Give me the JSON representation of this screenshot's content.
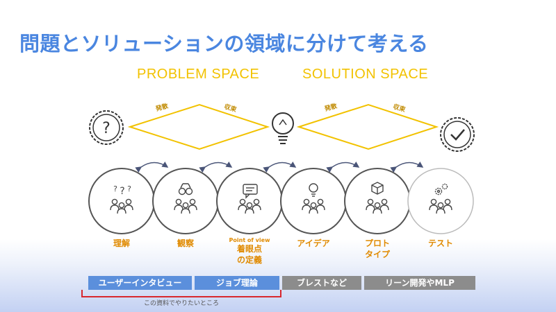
{
  "title": "問題とソリューションの領域に分けて考える",
  "spaces": {
    "problem": "PROBLEM SPACE",
    "solution": "SOLUTION SPACE"
  },
  "phases": {
    "problem_diverge": "発散",
    "problem_converge": "収束",
    "solution_diverge": "発散",
    "solution_converge": "収束"
  },
  "icons": {
    "start": "question-badge-icon",
    "middle": "lightbulb-icon",
    "end": "check-badge-icon"
  },
  "stages": [
    {
      "id": "understand",
      "label": "理解",
      "icon": "question-marks-team-icon"
    },
    {
      "id": "observe",
      "label": "観察",
      "icon": "binoculars-team-icon"
    },
    {
      "id": "pov",
      "sublabel": "Point of view",
      "label": "着眼点\nの定義",
      "icon": "speech-bubble-team-icon"
    },
    {
      "id": "idea",
      "label": "アイデア",
      "icon": "lightbulb-team-icon"
    },
    {
      "id": "prototype",
      "label": "プロト\nタイプ",
      "icon": "cube-team-icon"
    },
    {
      "id": "test",
      "label": "テスト",
      "icon": "gears-team-icon"
    }
  ],
  "methods": [
    {
      "label": "ユーザーインタビュー",
      "color": "#5b8fdc"
    },
    {
      "label": "ジョブ理論",
      "color": "#5b8fdc"
    },
    {
      "label": "ブレストなど",
      "color": "#8c8c8c"
    },
    {
      "label": "リーン開発やMLP",
      "color": "#8c8c8c"
    }
  ],
  "bracket_note": "この資料でやりたいところ",
  "colors": {
    "title": "#4a86e0",
    "accent_yellow": "#f2c200",
    "stage_label": "#e08a00",
    "arrow": "#4a5578",
    "circle_stroke": "#555555"
  }
}
